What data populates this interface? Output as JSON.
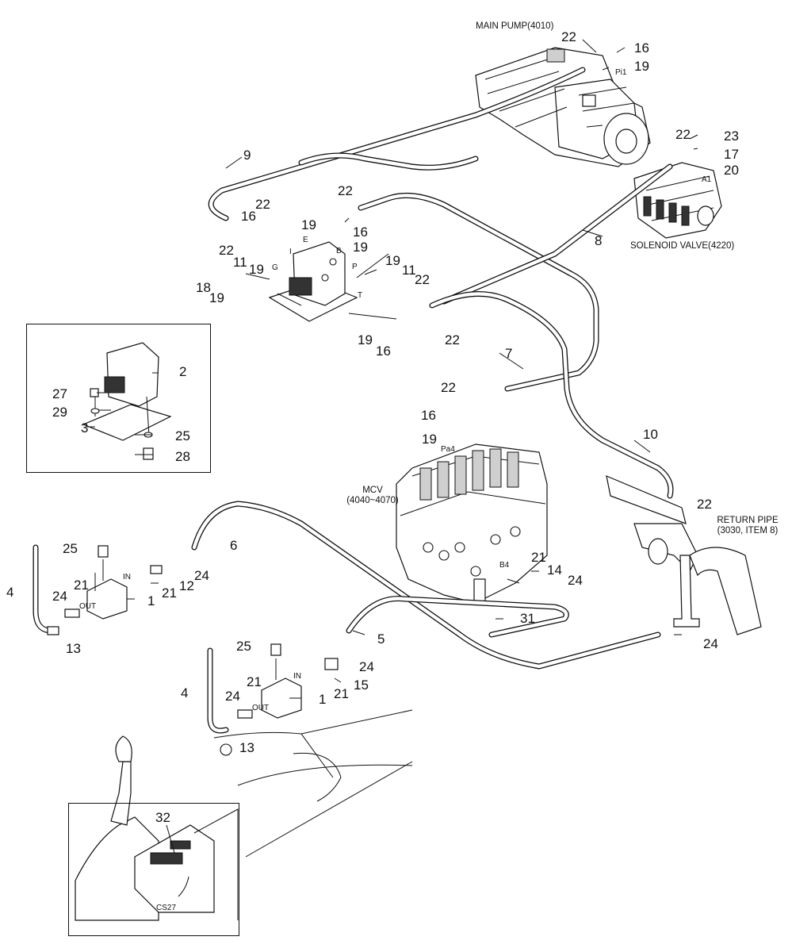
{
  "captions": {
    "main_pump": "MAIN PUMP(4010)",
    "solenoid_valve": "SOLENOID VALVE(4220)",
    "mcv_line1": "MCV",
    "mcv_line2": "(4040~4070)",
    "return_pipe_line1": "RETURN PIPE",
    "return_pipe_line2": "(3030, ITEM 8)"
  },
  "ports": {
    "pi1": "Pi1",
    "a1": "A1",
    "e": "E",
    "i": "I",
    "b": "B",
    "g": "G",
    "p": "P",
    "t": "T",
    "pa4": "Pa4",
    "b4": "B4",
    "in_upper": "IN",
    "out_upper": "OUT",
    "in_lower": "IN",
    "out_lower": "OUT",
    "cs27": "CS27"
  },
  "callouts": [
    {
      "id": "c22a",
      "text": "22"
    },
    {
      "id": "c16a",
      "text": "16"
    },
    {
      "id": "c19a",
      "text": "19"
    },
    {
      "id": "c22b",
      "text": "22"
    },
    {
      "id": "c23",
      "text": "23"
    },
    {
      "id": "c17",
      "text": "17"
    },
    {
      "id": "c20",
      "text": "20"
    },
    {
      "id": "c9",
      "text": "9"
    },
    {
      "id": "c22c",
      "text": "22"
    },
    {
      "id": "c22d",
      "text": "22"
    },
    {
      "id": "c16b",
      "text": "16"
    },
    {
      "id": "c19b",
      "text": "19"
    },
    {
      "id": "c16c",
      "text": "16"
    },
    {
      "id": "c19c",
      "text": "19"
    },
    {
      "id": "c22e",
      "text": "22"
    },
    {
      "id": "c11a",
      "text": "11"
    },
    {
      "id": "c19d",
      "text": "19"
    },
    {
      "id": "c8",
      "text": "8"
    },
    {
      "id": "c18",
      "text": "18"
    },
    {
      "id": "c19e",
      "text": "19"
    },
    {
      "id": "c19f",
      "text": "19"
    },
    {
      "id": "c11b",
      "text": "11"
    },
    {
      "id": "c22f",
      "text": "22"
    },
    {
      "id": "c19g",
      "text": "19"
    },
    {
      "id": "c16d",
      "text": "16"
    },
    {
      "id": "c22g",
      "text": "22"
    },
    {
      "id": "c7",
      "text": "7"
    },
    {
      "id": "c2",
      "text": "2"
    },
    {
      "id": "c27",
      "text": "27"
    },
    {
      "id": "c29",
      "text": "29"
    },
    {
      "id": "c3",
      "text": "3"
    },
    {
      "id": "c25a",
      "text": "25"
    },
    {
      "id": "c28",
      "text": "28"
    },
    {
      "id": "c22h",
      "text": "22"
    },
    {
      "id": "c16e",
      "text": "16"
    },
    {
      "id": "c19h",
      "text": "19"
    },
    {
      "id": "c10",
      "text": "10"
    },
    {
      "id": "c22i",
      "text": "22"
    },
    {
      "id": "c6",
      "text": "6"
    },
    {
      "id": "c25b",
      "text": "25"
    },
    {
      "id": "c4a",
      "text": "4"
    },
    {
      "id": "c24a",
      "text": "24"
    },
    {
      "id": "c21a",
      "text": "21"
    },
    {
      "id": "c21b",
      "text": "21"
    },
    {
      "id": "c12",
      "text": "12"
    },
    {
      "id": "c24b",
      "text": "24"
    },
    {
      "id": "c1a",
      "text": "1"
    },
    {
      "id": "c13a",
      "text": "13"
    },
    {
      "id": "c21c",
      "text": "21"
    },
    {
      "id": "c14",
      "text": "14"
    },
    {
      "id": "c24c",
      "text": "24"
    },
    {
      "id": "c31",
      "text": "31"
    },
    {
      "id": "c5",
      "text": "5"
    },
    {
      "id": "c24d",
      "text": "24"
    },
    {
      "id": "c25c",
      "text": "25"
    },
    {
      "id": "c24e",
      "text": "24"
    },
    {
      "id": "c15",
      "text": "15"
    },
    {
      "id": "c21d",
      "text": "21"
    },
    {
      "id": "c4b",
      "text": "4"
    },
    {
      "id": "c24f",
      "text": "24"
    },
    {
      "id": "c21e",
      "text": "21"
    },
    {
      "id": "c1b",
      "text": "1"
    },
    {
      "id": "c13b",
      "text": "13"
    },
    {
      "id": "c32",
      "text": "32"
    }
  ]
}
